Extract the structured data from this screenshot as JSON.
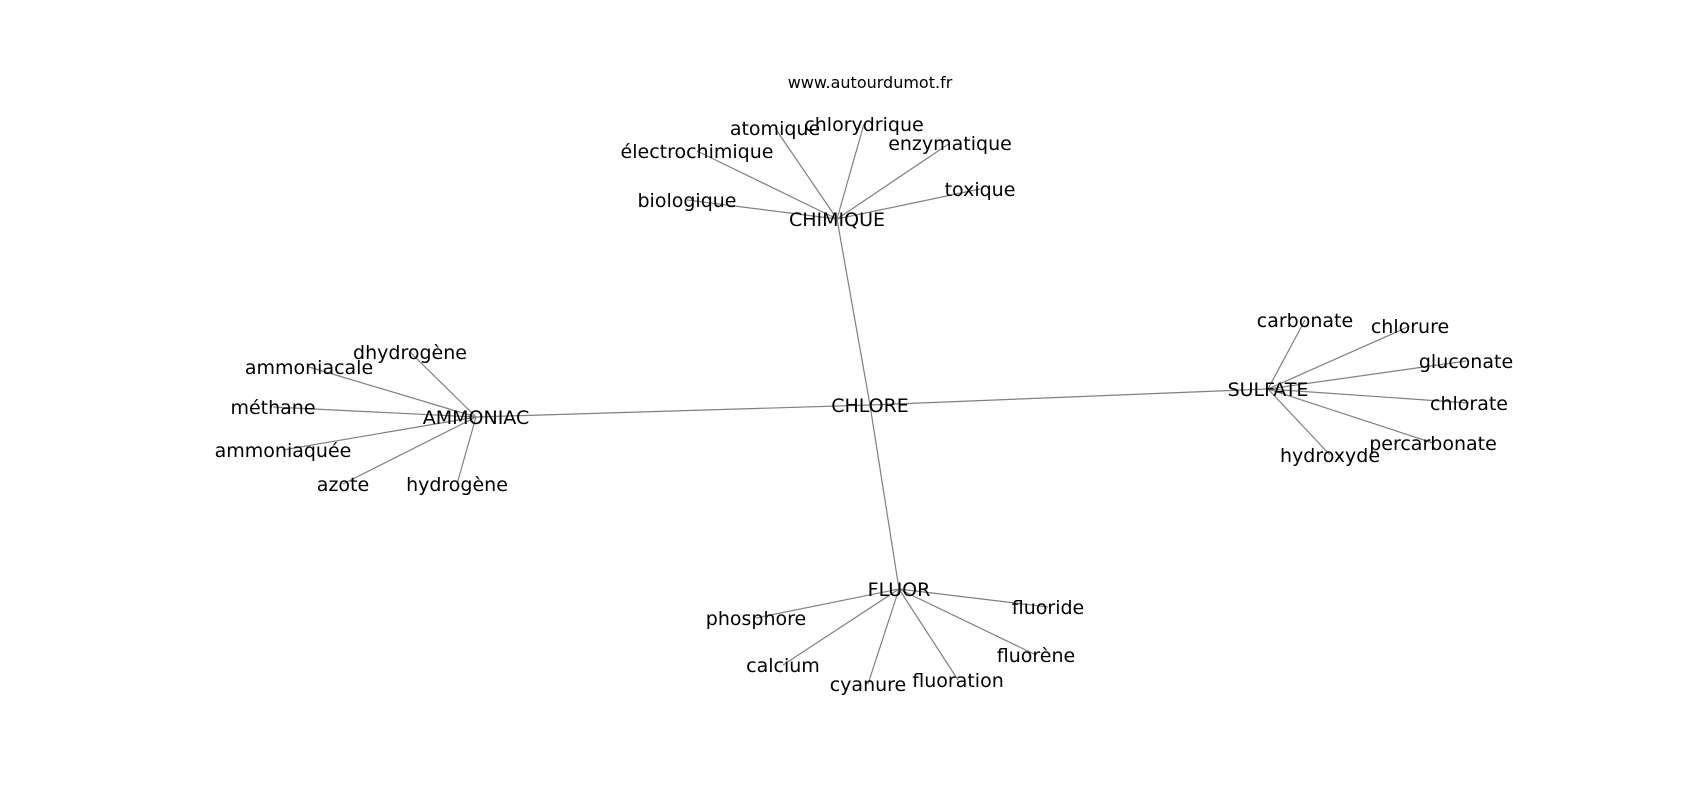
{
  "source_text": "www.autourdumot.fr",
  "center": "CHLORE",
  "clusters": [
    {
      "hub": "CHIMIQUE",
      "words": [
        "biologique",
        "électrochimique",
        "atomique",
        "chlorydrique",
        "enzymatique",
        "toxique"
      ]
    },
    {
      "hub": "AMMONIAC",
      "words": [
        "dhydrogène",
        "ammoniacale",
        "méthane",
        "ammoniaquée",
        "azote",
        "hydrogène"
      ]
    },
    {
      "hub": "SULFATE",
      "words": [
        "carbonate",
        "chlorure",
        "gluconate",
        "chlorate",
        "percarbonate",
        "hydroxyde"
      ]
    },
    {
      "hub": "FLUOR",
      "words": [
        "phosphore",
        "calcium",
        "cyanure",
        "fluoration",
        "fluorène",
        "fluoride"
      ]
    }
  ]
}
